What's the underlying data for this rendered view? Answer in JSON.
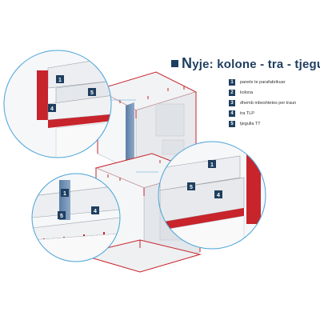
{
  "title": {
    "first_letter": "N",
    "rest": "yje: kolone - tra - tjegull"
  },
  "legend": [
    {
      "num": "1",
      "label": "panele te parafabrikuar"
    },
    {
      "num": "2",
      "label": "kolona"
    },
    {
      "num": "3",
      "label": "dhemb mbeshtetes per traun"
    },
    {
      "num": "4",
      "label": "tra TLP"
    },
    {
      "num": "5",
      "label": "tjegulla TT"
    }
  ],
  "callouts": {
    "top_left": [
      "1",
      "5",
      "4"
    ],
    "right": [
      "1",
      "5",
      "4"
    ],
    "bottom_left": [
      "1",
      "5",
      "4"
    ]
  },
  "colors": {
    "frame_red": "#c8242b",
    "navy": "#1f3f60",
    "column_blue": "#6f8fb4",
    "circle_stroke": "#4aa3d8",
    "wall_gray": "#e9ebee"
  }
}
